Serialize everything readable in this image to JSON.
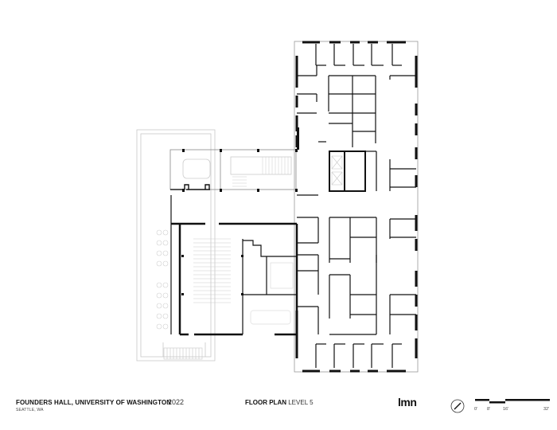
{
  "drawing": {
    "type": "architectural floor plan",
    "level": "Level 5",
    "colors": {
      "wall": "#111111",
      "light_line": "#bbbbbb",
      "background": "#ffffff"
    }
  },
  "title_block": {
    "project_name": "FOUNDERS HALL, UNIVERSITY OF WASHINGTON",
    "location": "SEATTLE, WA",
    "year": "2022",
    "sheet_title_bold": "FLOOR PLAN",
    "sheet_title_level": "LEVEL 5",
    "firm_logo": "lmn"
  },
  "north_arrow": {
    "icon": "north-arrow-icon"
  },
  "scale_bar": {
    "labels": [
      "0'",
      "8'",
      "16'",
      "32'"
    ]
  }
}
